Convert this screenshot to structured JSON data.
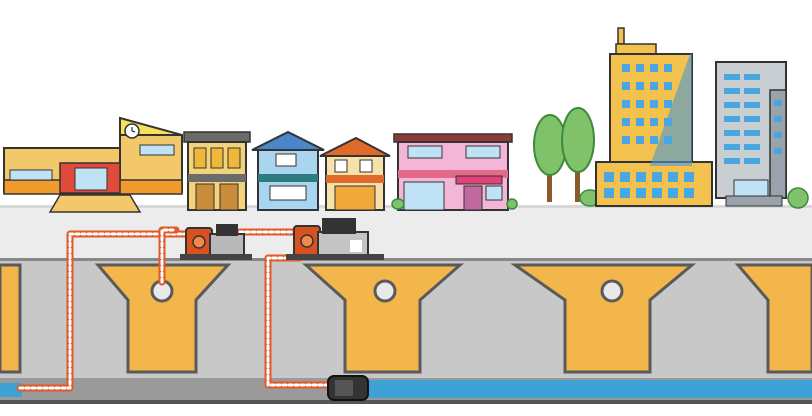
{
  "scene": {
    "colors": {
      "sky": "#ffffff",
      "ground": "#e9eaeb",
      "earth": "#c9c9c9",
      "manhole_fill": "#f3b64a",
      "manhole_outline": "#5a5a5a",
      "hose_orange": "#e05a2a",
      "hose_white": "#ffffff",
      "pump_orange": "#d8511f",
      "water": "#3ea2d6",
      "tree_green": "#7fc26a"
    },
    "buildings": [
      {
        "name": "school",
        "icon": "clock-icon"
      },
      {
        "name": "shop-gray-roof"
      },
      {
        "name": "house-blue"
      },
      {
        "name": "house-orange"
      },
      {
        "name": "house-pink"
      },
      {
        "name": "tall-office-yellow"
      },
      {
        "name": "tall-office-gray"
      }
    ],
    "pumps": [
      {
        "name": "pump-unit-left"
      },
      {
        "name": "pump-unit-right"
      }
    ]
  }
}
